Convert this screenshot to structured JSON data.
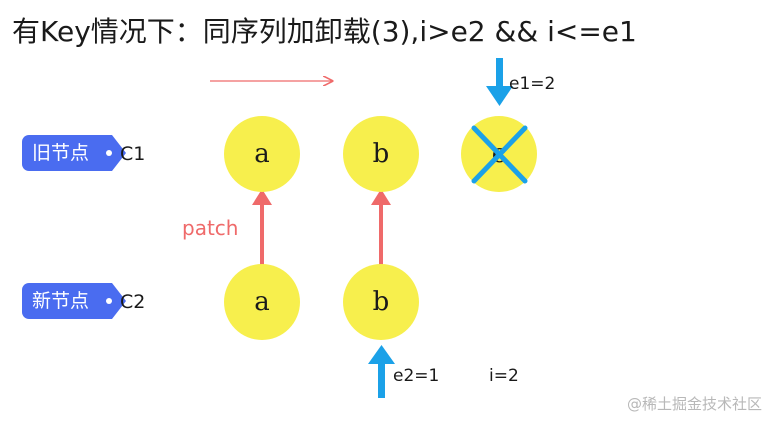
{
  "title": "有Key情况下：同序列加卸载(3),i>e2 && i<=e1",
  "rows": {
    "old": {
      "tag": "旧节点",
      "suffix": "C1"
    },
    "new": {
      "tag": "新节点",
      "suffix": "C2"
    }
  },
  "old_nodes": [
    "a",
    "b",
    "c"
  ],
  "new_nodes": [
    "a",
    "b"
  ],
  "patch_label": "patch",
  "pointers": {
    "e1": "e1=2",
    "e2": "e2=1",
    "i": "i=2"
  },
  "watermark": "@稀土掘金技术社区",
  "colors": {
    "node_fill": "#f7ef4d",
    "tag_fill": "#4a6cf0",
    "patch_arrow": "#ef6a6a",
    "pointer_arrow": "#1ba1e8",
    "cross": "#1ba1e8"
  }
}
